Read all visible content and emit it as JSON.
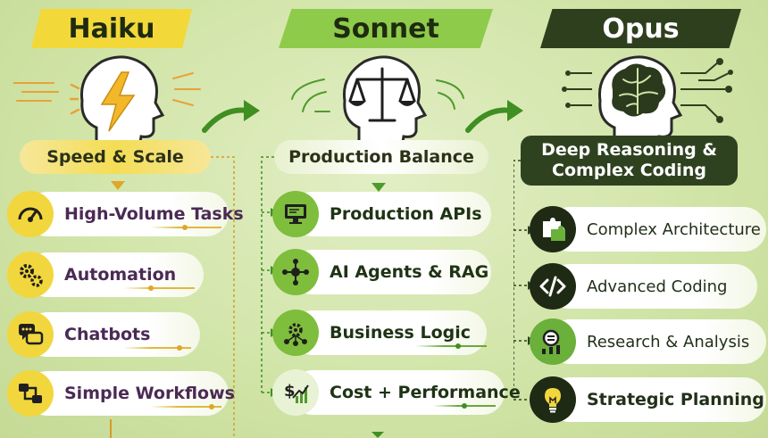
{
  "tiers": [
    {
      "name": "Haiku",
      "category": "Speed & Scale",
      "items": [
        {
          "label": "High-Volume Tasks",
          "icon": "speedometer-icon"
        },
        {
          "label": "Automation",
          "icon": "gears-icon"
        },
        {
          "label": "Chatbots",
          "icon": "chat-bubbles-icon"
        },
        {
          "label": "Simple Workflows",
          "icon": "workflow-icon"
        }
      ]
    },
    {
      "name": "Sonnet",
      "category": "Production Balance",
      "items": [
        {
          "label": "Production APIs",
          "icon": "monitor-icon"
        },
        {
          "label": "AI Agents & RAG",
          "icon": "network-icon"
        },
        {
          "label": "Business Logic",
          "icon": "gear-network-icon"
        },
        {
          "label": "Cost + Performance",
          "icon": "dollar-chart-icon"
        }
      ]
    },
    {
      "name": "Opus",
      "category": "Deep Reasoning & Complex Coding",
      "items": [
        {
          "label": "Complex Architecture",
          "icon": "puzzle-icon"
        },
        {
          "label": "Advanced Coding",
          "icon": "code-icon"
        },
        {
          "label": "Research & Analysis",
          "icon": "research-icon"
        },
        {
          "label": "Strategic Planning",
          "icon": "lightbulb-icon"
        }
      ]
    }
  ],
  "colors": {
    "background": "#cfe3a6",
    "haiku": "#f2d63d",
    "sonnet": "#8fcb4a",
    "opus": "#2e3f1e",
    "arrow": "#3f8f22"
  }
}
